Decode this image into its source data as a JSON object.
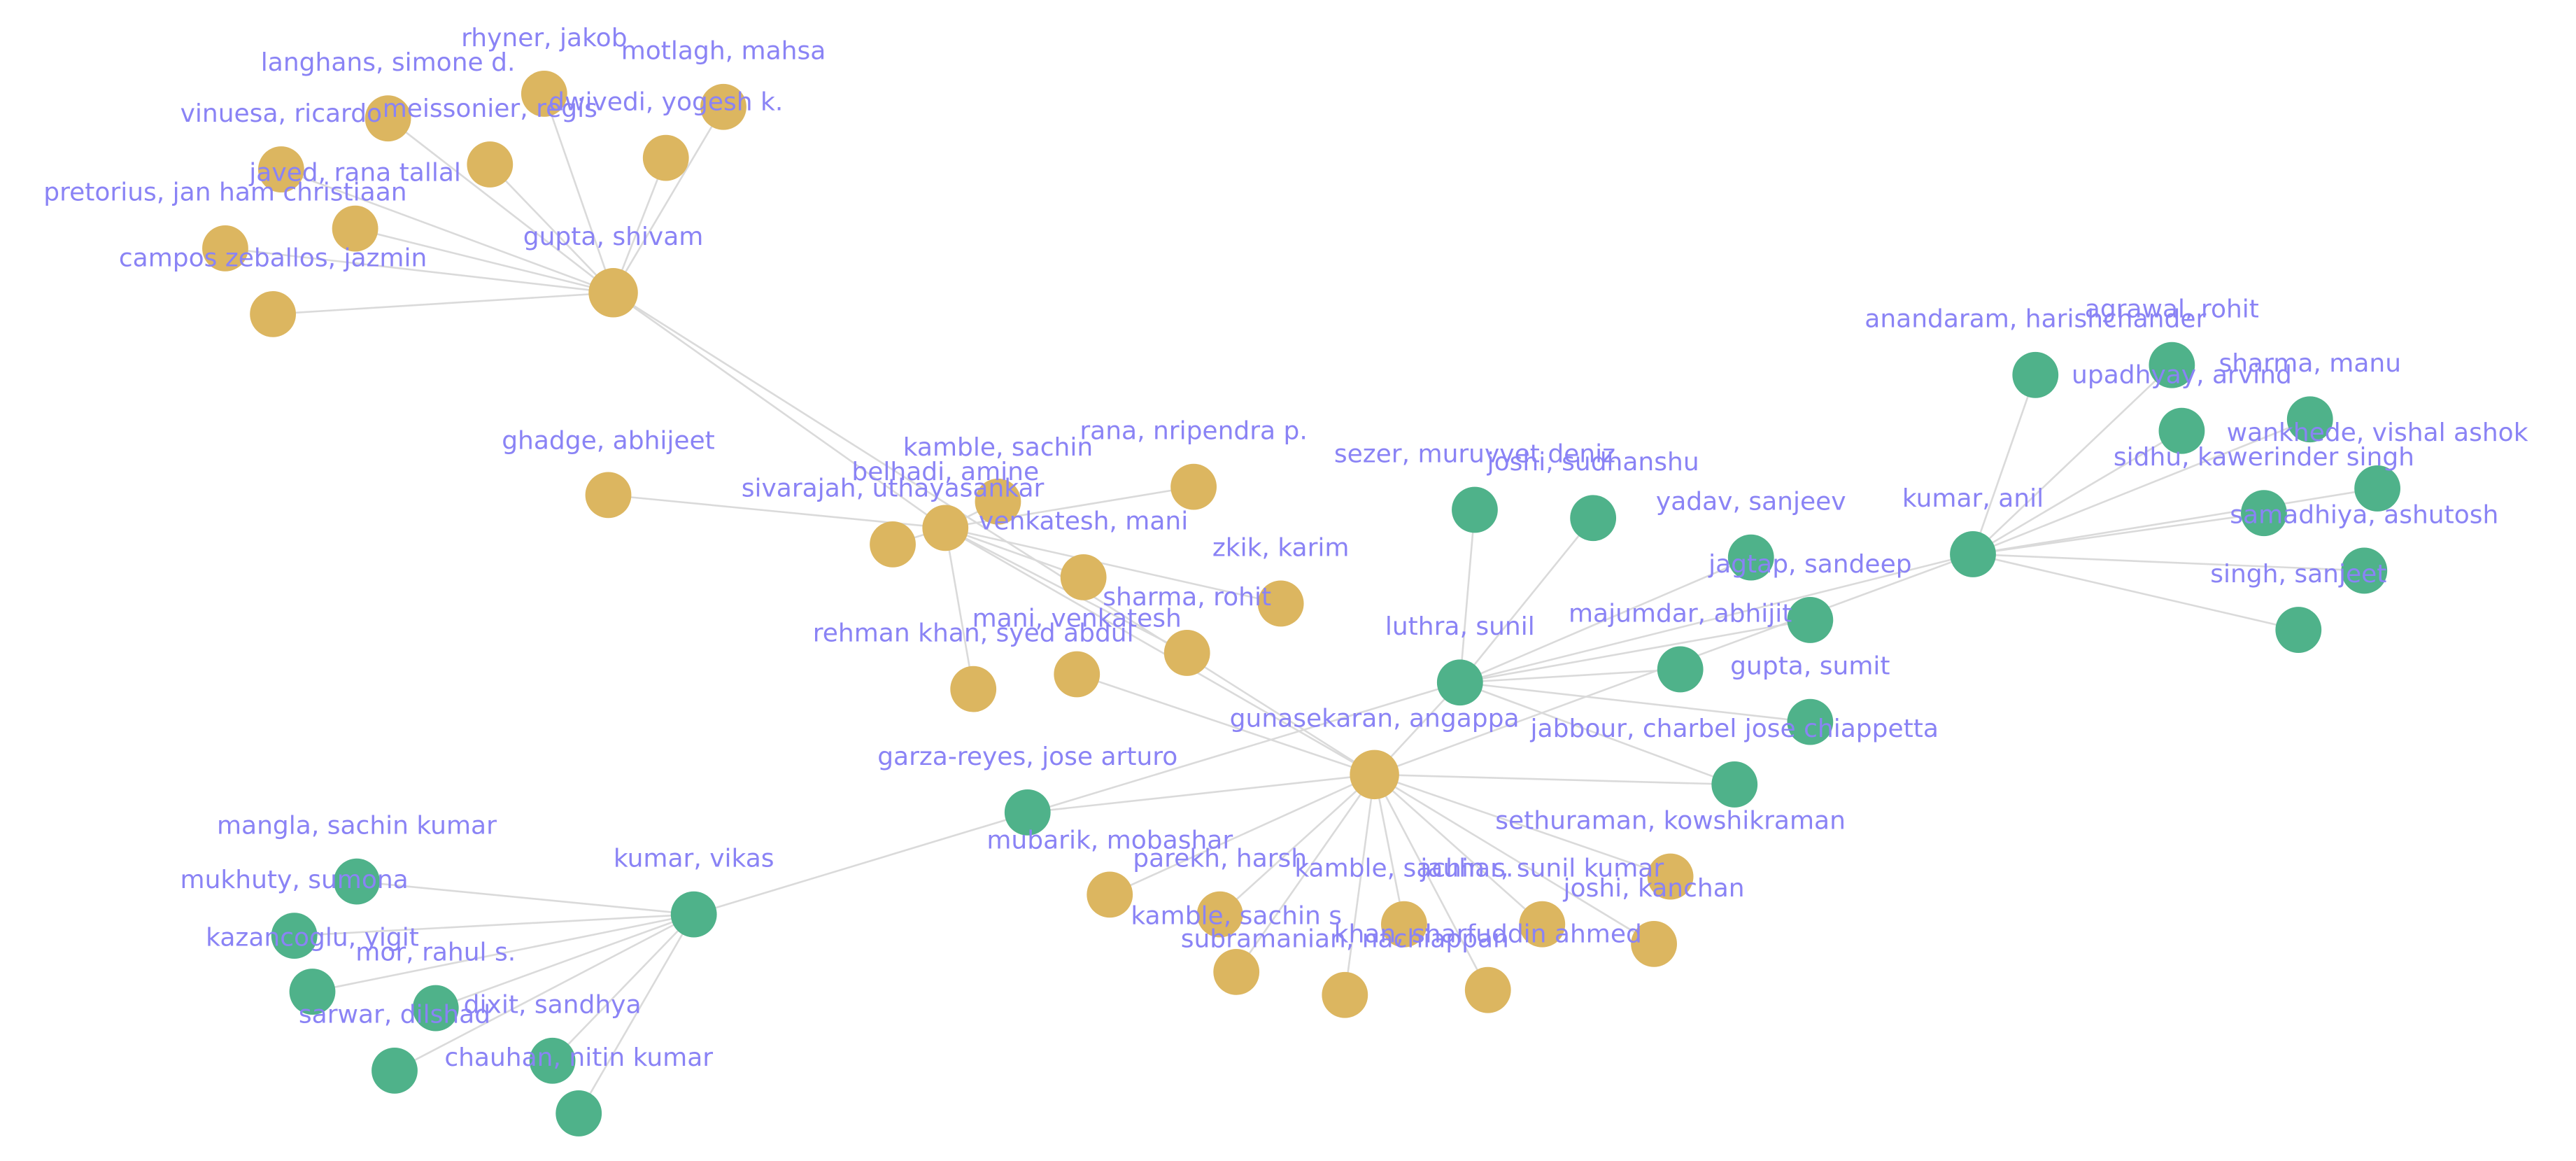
{
  "colors": {
    "cluster_gold": "#dcb660",
    "cluster_green": "#4fb28a",
    "label": "#8a83f5",
    "edge": "#dadada"
  },
  "nodes": [
    {
      "id": "gupta_shivam",
      "label": "gupta, shivam",
      "cluster": "gold"
    },
    {
      "id": "rhyner",
      "label": "rhyner, jakob",
      "cluster": "gold"
    },
    {
      "id": "langhans",
      "label": "langhans, simone d.",
      "cluster": "gold"
    },
    {
      "id": "motlagh",
      "label": "motlagh, mahsa",
      "cluster": "gold"
    },
    {
      "id": "dwivedi",
      "label": "dwivedi, yogesh k.",
      "cluster": "gold"
    },
    {
      "id": "meissonier",
      "label": "meissonier, regis",
      "cluster": "gold"
    },
    {
      "id": "vinuesa",
      "label": "vinuesa, ricardo",
      "cluster": "gold"
    },
    {
      "id": "javed",
      "label": "javed, rana tallal",
      "cluster": "gold"
    },
    {
      "id": "pretorius",
      "label": "pretorius, jan ham christiaan",
      "cluster": "gold"
    },
    {
      "id": "campos",
      "label": "campos zeballos, jazmin",
      "cluster": "gold"
    },
    {
      "id": "ghadge",
      "label": "ghadge, abhijeet",
      "cluster": "gold"
    },
    {
      "id": "sivarajah",
      "label": "sivarajah, uthayasankar",
      "cluster": "gold"
    },
    {
      "id": "belhadi",
      "label": "belhadi, amine",
      "cluster": "gold"
    },
    {
      "id": "kamble_sachin",
      "label": "kamble, sachin",
      "cluster": "gold"
    },
    {
      "id": "rana",
      "label": "rana, nripendra p.",
      "cluster": "gold"
    },
    {
      "id": "venkatesh",
      "label": "venkatesh, mani",
      "cluster": "gold"
    },
    {
      "id": "zkik",
      "label": "zkik, karim",
      "cluster": "gold"
    },
    {
      "id": "sharma_rohit",
      "label": "sharma, rohit",
      "cluster": "gold"
    },
    {
      "id": "mani_venkatesh",
      "label": "mani, venkatesh",
      "cluster": "gold"
    },
    {
      "id": "rehman",
      "label": "rehman khan, syed abdul",
      "cluster": "gold"
    },
    {
      "id": "gunasekaran",
      "label": "gunasekaran, angappa",
      "cluster": "gold"
    },
    {
      "id": "mubarik",
      "label": "mubarik, mobashar",
      "cluster": "gold"
    },
    {
      "id": "parekh",
      "label": "parekh, harsh",
      "cluster": "gold"
    },
    {
      "id": "kamble_sachin_s2",
      "label": "kamble, sachin s.",
      "cluster": "gold"
    },
    {
      "id": "jauhar",
      "label": "jauhar, sunil kumar",
      "cluster": "gold"
    },
    {
      "id": "sethuraman",
      "label": "sethuraman, kowshikraman",
      "cluster": "gold"
    },
    {
      "id": "joshi_kanchan",
      "label": "joshi, kanchan",
      "cluster": "gold"
    },
    {
      "id": "kamble_sachin_s",
      "label": "kamble, sachin s",
      "cluster": "gold"
    },
    {
      "id": "subramanian",
      "label": "subramanian, nachiappan",
      "cluster": "gold"
    },
    {
      "id": "khan_sharfuddin",
      "label": "khan, sharfuddin ahmed",
      "cluster": "gold"
    },
    {
      "id": "garza",
      "label": "garza-reyes, jose arturo",
      "cluster": "green"
    },
    {
      "id": "luthra",
      "label": "luthra, sunil",
      "cluster": "green"
    },
    {
      "id": "sezer",
      "label": "sezer, muruvvet deniz",
      "cluster": "green"
    },
    {
      "id": "joshi_sudhanshu",
      "label": "joshi, sudhanshu",
      "cluster": "green"
    },
    {
      "id": "yadav",
      "label": "yadav, sanjeev",
      "cluster": "green"
    },
    {
      "id": "jagtap",
      "label": "jagtap, sandeep",
      "cluster": "green"
    },
    {
      "id": "majumdar",
      "label": "majumdar, abhijit",
      "cluster": "green"
    },
    {
      "id": "gupta_sumit",
      "label": "gupta, sumit",
      "cluster": "green"
    },
    {
      "id": "jabbour",
      "label": "jabbour, charbel jose chiappetta",
      "cluster": "green"
    },
    {
      "id": "kumar_anil",
      "label": "kumar, anil",
      "cluster": "green"
    },
    {
      "id": "anandaram",
      "label": "anandaram, harishchander",
      "cluster": "green"
    },
    {
      "id": "agrawal",
      "label": "agrawal, rohit",
      "cluster": "green"
    },
    {
      "id": "upadhyay",
      "label": "upadhyay, arvind",
      "cluster": "green"
    },
    {
      "id": "sharma_manu",
      "label": "sharma, manu",
      "cluster": "green"
    },
    {
      "id": "wankhede",
      "label": "wankhede, vishal ashok",
      "cluster": "green"
    },
    {
      "id": "sidhu",
      "label": "sidhu, kawerinder singh",
      "cluster": "green"
    },
    {
      "id": "samadhiya",
      "label": "samadhiya, ashutosh",
      "cluster": "green"
    },
    {
      "id": "singh",
      "label": "singh, sanjeet",
      "cluster": "green"
    },
    {
      "id": "kumar_vikas",
      "label": "kumar, vikas",
      "cluster": "green"
    },
    {
      "id": "mangla",
      "label": "mangla, sachin kumar",
      "cluster": "green"
    },
    {
      "id": "mukhuty",
      "label": "mukhuty, sumona",
      "cluster": "green"
    },
    {
      "id": "kazancoglu",
      "label": "kazancoglu, yigit",
      "cluster": "green"
    },
    {
      "id": "mor",
      "label": "mor, rahul s.",
      "cluster": "green"
    },
    {
      "id": "dixit",
      "label": "dixit, sandhya",
      "cluster": "green"
    },
    {
      "id": "sarwar",
      "label": "sarwar, dilshad",
      "cluster": "green"
    },
    {
      "id": "chauhan",
      "label": "chauhan, nitin kumar",
      "cluster": "green"
    }
  ],
  "edges": [
    [
      "gupta_shivam",
      "rhyner"
    ],
    [
      "gupta_shivam",
      "langhans"
    ],
    [
      "gupta_shivam",
      "motlagh"
    ],
    [
      "gupta_shivam",
      "dwivedi"
    ],
    [
      "gupta_shivam",
      "meissonier"
    ],
    [
      "gupta_shivam",
      "vinuesa"
    ],
    [
      "gupta_shivam",
      "javed"
    ],
    [
      "gupta_shivam",
      "pretorius"
    ],
    [
      "gupta_shivam",
      "campos"
    ],
    [
      "gupta_shivam",
      "belhadi"
    ],
    [
      "gupta_shivam",
      "gunasekaran"
    ],
    [
      "belhadi",
      "ghadge"
    ],
    [
      "belhadi",
      "sivarajah"
    ],
    [
      "belhadi",
      "kamble_sachin"
    ],
    [
      "belhadi",
      "rana"
    ],
    [
      "belhadi",
      "venkatesh"
    ],
    [
      "belhadi",
      "zkik"
    ],
    [
      "belhadi",
      "sharma_rohit"
    ],
    [
      "belhadi",
      "rehman"
    ],
    [
      "belhadi",
      "gunasekaran"
    ],
    [
      "gunasekaran",
      "mani_venkatesh"
    ],
    [
      "gunasekaran",
      "mubarik"
    ],
    [
      "gunasekaran",
      "parekh"
    ],
    [
      "gunasekaran",
      "kamble_sachin_s2"
    ],
    [
      "gunasekaran",
      "jauhar"
    ],
    [
      "gunasekaran",
      "sethuraman"
    ],
    [
      "gunasekaran",
      "joshi_kanchan"
    ],
    [
      "gunasekaran",
      "kamble_sachin_s"
    ],
    [
      "gunasekaran",
      "subramanian"
    ],
    [
      "gunasekaran",
      "khan_sharfuddin"
    ],
    [
      "gunasekaran",
      "garza"
    ],
    [
      "gunasekaran",
      "luthra"
    ],
    [
      "gunasekaran",
      "kumar_anil"
    ],
    [
      "gunasekaran",
      "jabbour"
    ],
    [
      "luthra",
      "sezer"
    ],
    [
      "luthra",
      "joshi_sudhanshu"
    ],
    [
      "luthra",
      "yadav"
    ],
    [
      "luthra",
      "jagtap"
    ],
    [
      "luthra",
      "majumdar"
    ],
    [
      "luthra",
      "gupta_sumit"
    ],
    [
      "luthra",
      "jabbour"
    ],
    [
      "luthra",
      "kumar_anil"
    ],
    [
      "luthra",
      "kumar_vikas"
    ],
    [
      "kumar_anil",
      "anandaram"
    ],
    [
      "kumar_anil",
      "agrawal"
    ],
    [
      "kumar_anil",
      "upadhyay"
    ],
    [
      "kumar_anil",
      "sharma_manu"
    ],
    [
      "kumar_anil",
      "wankhede"
    ],
    [
      "kumar_anil",
      "sidhu"
    ],
    [
      "kumar_anil",
      "samadhiya"
    ],
    [
      "kumar_anil",
      "singh"
    ],
    [
      "kumar_vikas",
      "mangla"
    ],
    [
      "kumar_vikas",
      "mukhuty"
    ],
    [
      "kumar_vikas",
      "kazancoglu"
    ],
    [
      "kumar_vikas",
      "mor"
    ],
    [
      "kumar_vikas",
      "dixit"
    ],
    [
      "kumar_vikas",
      "sarwar"
    ],
    [
      "kumar_vikas",
      "chauhan"
    ]
  ]
}
